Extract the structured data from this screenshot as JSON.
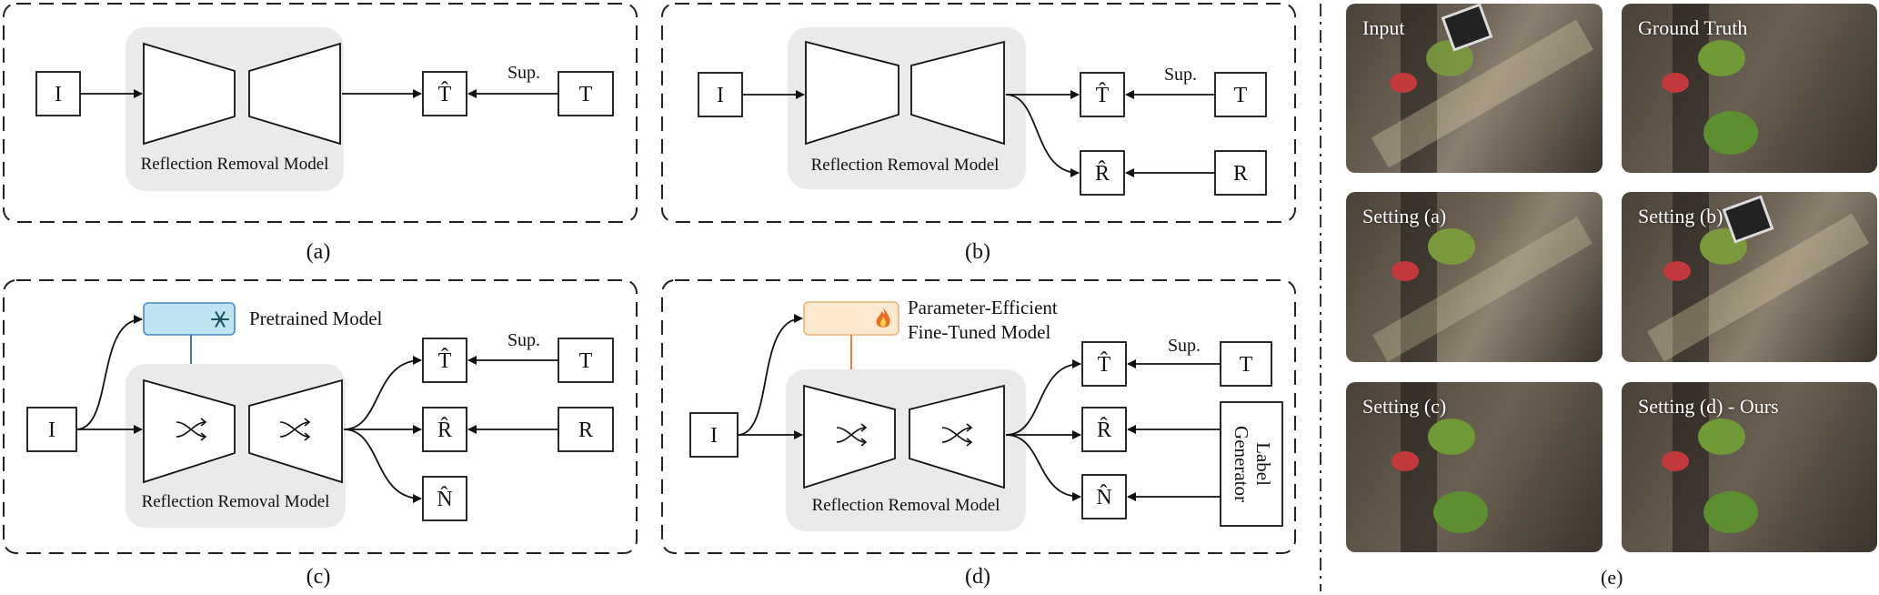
{
  "panels": {
    "a": {
      "caption": "(a)",
      "model_label": "Reflection Removal Model",
      "input": "I",
      "outputs": [
        "T̂"
      ],
      "sup": "Sup.",
      "targets": [
        "T"
      ]
    },
    "b": {
      "caption": "(b)",
      "model_label": "Reflection Removal Model",
      "input": "I",
      "outputs": [
        "T̂",
        "R̂"
      ],
      "sup": "Sup.",
      "targets": [
        "T",
        "R"
      ]
    },
    "c": {
      "caption": "(c)",
      "model_label": "Reflection Removal Model",
      "input": "I",
      "outputs": [
        "T̂",
        "R̂",
        "N̂"
      ],
      "sup": "Sup.",
      "targets": [
        "T",
        "R"
      ],
      "aux_label": "Pretrained Model",
      "aux_icon": "snowflake-icon"
    },
    "d": {
      "caption": "(d)",
      "model_label": "Reflection Removal Model",
      "input": "I",
      "outputs": [
        "T̂",
        "R̂",
        "N̂"
      ],
      "sup": "Sup.",
      "targets": [
        "T"
      ],
      "aux_label_line1": "Parameter-Efficient",
      "aux_label_line2": "Fine-Tuned Model",
      "aux_icon": "fire-icon",
      "generator_line1": "Label",
      "generator_line2": "Generator"
    },
    "e": {
      "caption": "(e)",
      "images": [
        "Input",
        "Ground Truth",
        "Setting (a)",
        "Setting (b)",
        "Setting (c)",
        "Setting (d) - Ours"
      ]
    }
  },
  "colors": {
    "frozen_fill": "#bfe3ef",
    "frozen_stroke": "#4a86c8",
    "tuned_fill": "#fde9cf",
    "tuned_stroke": "#f2b27a",
    "tuned_arrow": "#ee7d35",
    "frozen_arrow": "#3d7bd1",
    "model_bg": "#eaeaea"
  }
}
